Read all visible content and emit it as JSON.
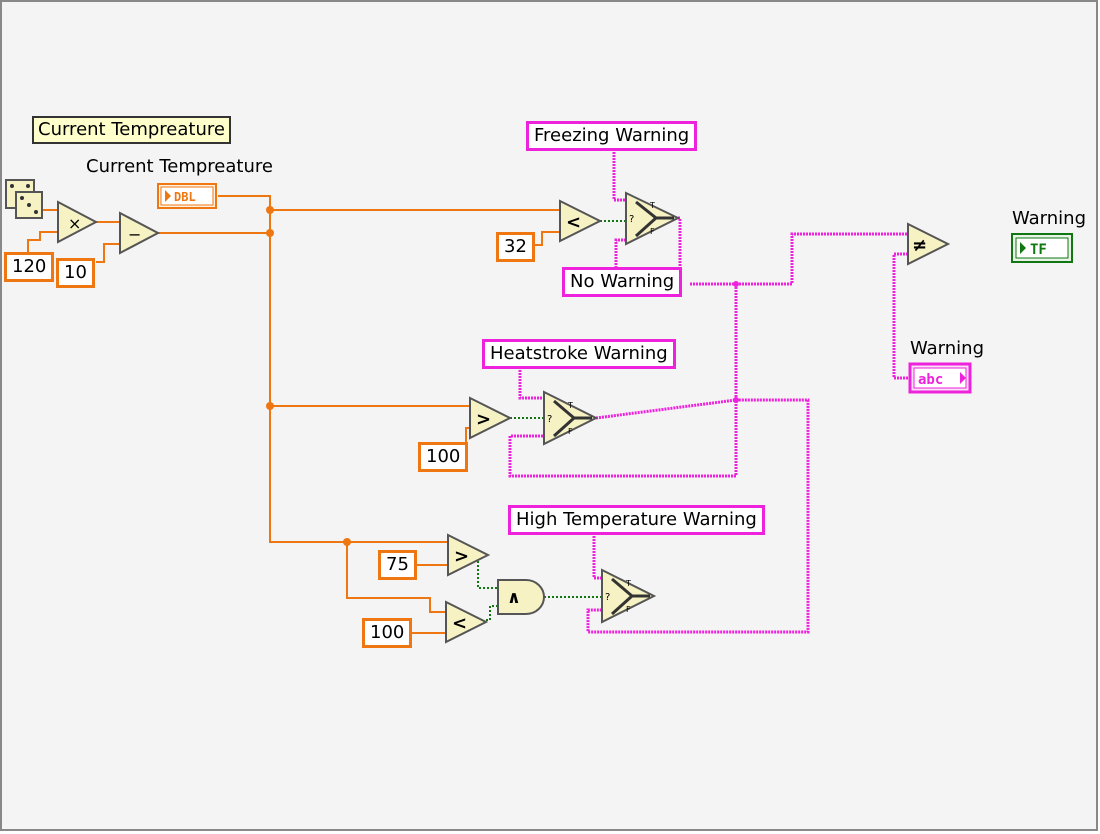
{
  "diagram": {
    "free_label": "Current Tempreature",
    "temp_indicator": {
      "label": "Current Tempreature",
      "type_text": "DBL"
    },
    "constants": {
      "multiplier": "120",
      "offset": "10",
      "freezing_limit": "32",
      "heatstroke_limit": "100",
      "high_lower": "75",
      "high_upper": "100"
    },
    "strings": {
      "freezing": "Freezing Warning",
      "no_warning": "No Warning",
      "heatstroke": "Heatstroke Warning",
      "high_temp": "High Temperature Warning"
    },
    "operators": {
      "multiply": "×",
      "subtract": "−",
      "less": "<",
      "greater": ">",
      "not_equal": "≠",
      "and": "∧",
      "select_true": "T",
      "select_false": "F",
      "select_q": "?"
    },
    "outputs": {
      "bool_label": "Warning",
      "bool_type": "TF",
      "string_label": "Warning",
      "string_type": "abc"
    },
    "colors": {
      "numeric_wire": "#ee7711",
      "string_wire": "#ee22dd",
      "boolean_wire": "#117711",
      "node_fill": "#f7f2c4",
      "node_stroke": "#555555",
      "bool_terminal": "#117711"
    }
  }
}
